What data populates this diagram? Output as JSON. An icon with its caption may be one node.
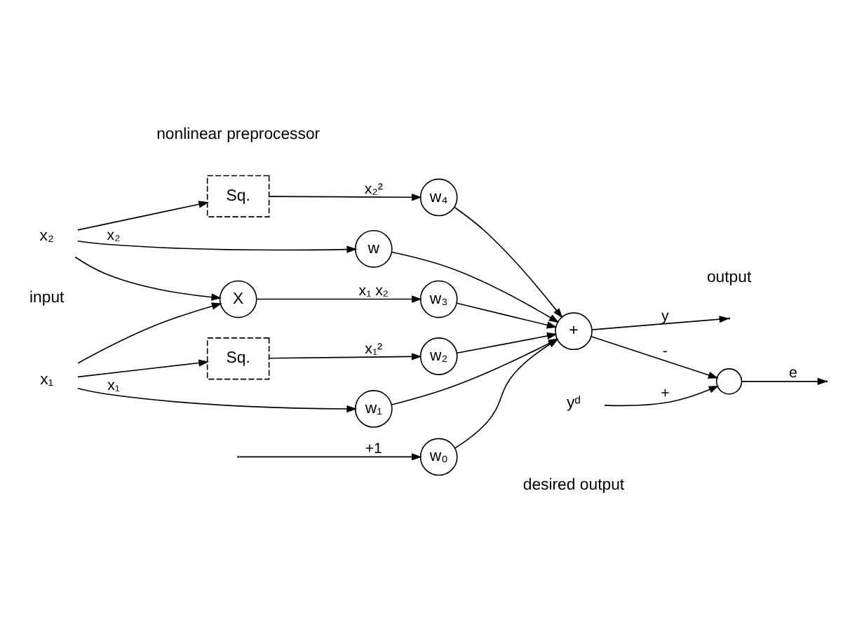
{
  "diagram": {
    "nodes": [
      {
        "text": [
          "x₁"
        ]
      },
      {
        "text": [
          "x₂"
        ]
      },
      {
        "text": [
          "Sq."
        ]
      },
      {
        "text": [
          "X"
        ]
      },
      {
        "text": [
          "Sq."
        ]
      },
      {
        "text": [
          "w₁"
        ]
      },
      {
        "text": [
          "w₂"
        ]
      },
      {
        "text": [
          "w₃"
        ]
      },
      {
        "text": [
          "w₄"
        ]
      },
      {
        "text": [
          "w"
        ]
      },
      {
        "text": [
          "w₀"
        ]
      },
      {
        "text": [
          "+"
        ]
      },
      {
        "text": [],
        "shape": "circle"
      },
      {
        "text": [
          "yᵈ"
        ]
      }
    ],
    "edges": [
      {
        "from": 0,
        "to": 5,
        "arrow": "to",
        "label": "x₁"
      },
      {
        "from": 0,
        "to": 2,
        "arrow": "to"
      },
      {
        "from": 0,
        "to": 3,
        "arrow": "to"
      },
      {
        "from": 1,
        "to": 3,
        "arrow": "to"
      },
      {
        "from": 1,
        "to": 4,
        "arrow": "to"
      },
      {
        "from": 1,
        "to": 9,
        "arrow": "to",
        "label": "x₂"
      },
      {
        "from": 2,
        "to": 6,
        "arrow": "to",
        "label": "x₁²"
      },
      {
        "from": 3,
        "to": 7,
        "arrow": "to",
        "label": "x₁ x₂"
      },
      {
        "from": 4,
        "to": 8,
        "arrow": "to",
        "label": "x₂²"
      },
      {
        "from": 5,
        "to": 11,
        "arrow": "to"
      },
      {
        "from": 6,
        "to": 11,
        "arrow": "to"
      },
      {
        "from": 7,
        "to": 11,
        "arrow": "to"
      },
      {
        "from": 8,
        "to": 11,
        "arrow": "to"
      },
      {
        "from": 9,
        "to": 11,
        "arrow": "to"
      },
      {
        "from": null,
        "to": 10,
        "arrow": "to",
        "label": "+1"
      },
      {
        "from": 10,
        "to": 11,
        "arrow": "to"
      },
      {
        "from": 11,
        "to": null,
        "arrow": "to",
        "label": "y"
      },
      {
        "from": 11,
        "to": 12,
        "arrow": "to",
        "label": "-"
      },
      {
        "from": 13,
        "to": 12,
        "arrow": "to",
        "label": "+"
      },
      {
        "from": 12,
        "to": null,
        "arrow": "to",
        "label": "e"
      }
    ],
    "labels": [
      "nonlinear preprocessor",
      "input",
      "output",
      "desired output"
    ]
  }
}
